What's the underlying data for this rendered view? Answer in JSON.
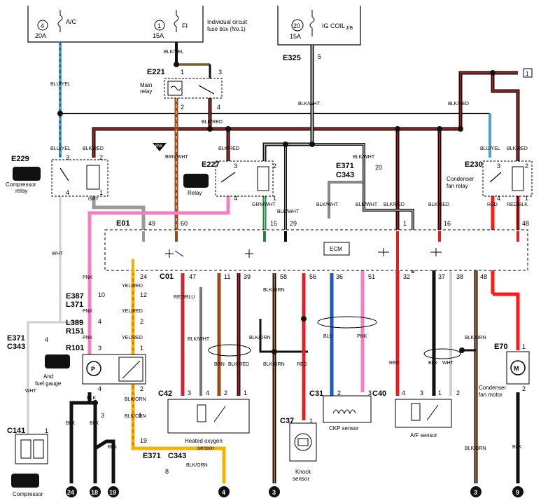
{
  "fuses": {
    "ac": {
      "num": "4",
      "amp": "20A",
      "name": "A/C"
    },
    "fi": {
      "num": "1",
      "amp": "15A",
      "name": "FI"
    },
    "box_label_1": "Individual circuit",
    "box_label_2": "fuse box (No.1)",
    "ig": {
      "num": "20",
      "amp": "15A",
      "name": "IG COIL",
      "box": "J/B"
    }
  },
  "connectors": {
    "e221": "E221",
    "e229": "E229",
    "e227": "E227",
    "e230": "E230",
    "e325": "E325",
    "e371_1": "E371",
    "c343_1": "C343",
    "e01": "E01",
    "c01": "C01",
    "e387": "E387",
    "l371": "L371",
    "l389": "L389",
    "r151": "R151",
    "e371_2": "E371",
    "c343_2": "C343",
    "r101": "R101",
    "c141": "C141",
    "c42": "C42",
    "c31": "C31",
    "c40": "C40",
    "c37": "C37",
    "e70": "E70",
    "e371_3": "E371",
    "c343_3": "C343"
  },
  "components": {
    "main_relay_1": "Main",
    "main_relay_2": "relay",
    "compressor_relay_1": "Compressor",
    "compressor_relay_2": "relay",
    "fp_relay": "Relay",
    "cond_relay_1": "Condenser",
    "cond_relay_2": "fan relay",
    "ecm": "ECM",
    "fuel_gauge_1": "And",
    "fuel_gauge_2": "fuel gauge",
    "compressor": "Compressor",
    "ho2s_1": "Heated oxygen",
    "ho2s_2": "sensor",
    "ckp": "CKP sensor",
    "af": "A/F sensor",
    "knock_1": "Knock",
    "knock_2": "sensor",
    "fan_motor_1": "Condenser",
    "fan_motor_2": "fan motor",
    "bw": "BW",
    "badge_1": "1"
  },
  "wires": {
    "blk_yel": "BLK/YEL",
    "blu_yel": "BLU/YEL",
    "blk_red": "BLK/RED",
    "brn_wht": "BRN/WHT",
    "gry": "GRY",
    "blk_wht": "BLK/WHT",
    "grn_wht": "GRN/WHT",
    "wht": "WHT",
    "pnk": "PNK",
    "yel_red": "YEL/RED",
    "red_blu": "RED/BLU",
    "blk_orn": "BLK/ORN",
    "blu": "BLU",
    "red": "RED",
    "red_blk": "RED/BLK",
    "blk": "BLK",
    "brn": "BRN",
    "wht_short": "WHT"
  },
  "pins": {
    "p1": "1",
    "p2": "2",
    "p3": "3",
    "p4": "4",
    "p5": "5",
    "p8": "8",
    "p10": "10",
    "p11": "11",
    "p12": "12",
    "p15": "15",
    "p16": "16",
    "p19": "19",
    "p20": "20",
    "p24": "24",
    "p29": "29",
    "p32": "32",
    "p36": "36",
    "p37": "37",
    "p38": "38",
    "p39": "39",
    "p47": "47",
    "p48": "48",
    "p49": "49",
    "p51": "51",
    "p56": "56",
    "p58": "58",
    "p60": "60"
  },
  "grounds": {
    "g24": "24",
    "g18": "18",
    "g19": "19",
    "g4": "4",
    "g3a": "3",
    "g3b": "3",
    "g9": "9"
  },
  "colors": {
    "blk": "#111111",
    "red": "#e02020",
    "brn": "#9c4a1a",
    "pnk": "#f27fc0",
    "blu": "#1e5bb8",
    "yel": "#f2b400",
    "grn": "#1e8a3a",
    "gry": "#9a9a9a",
    "wht": "#d0d0d0",
    "lblu": "#4da3d6",
    "orn": "#e07a1e"
  }
}
